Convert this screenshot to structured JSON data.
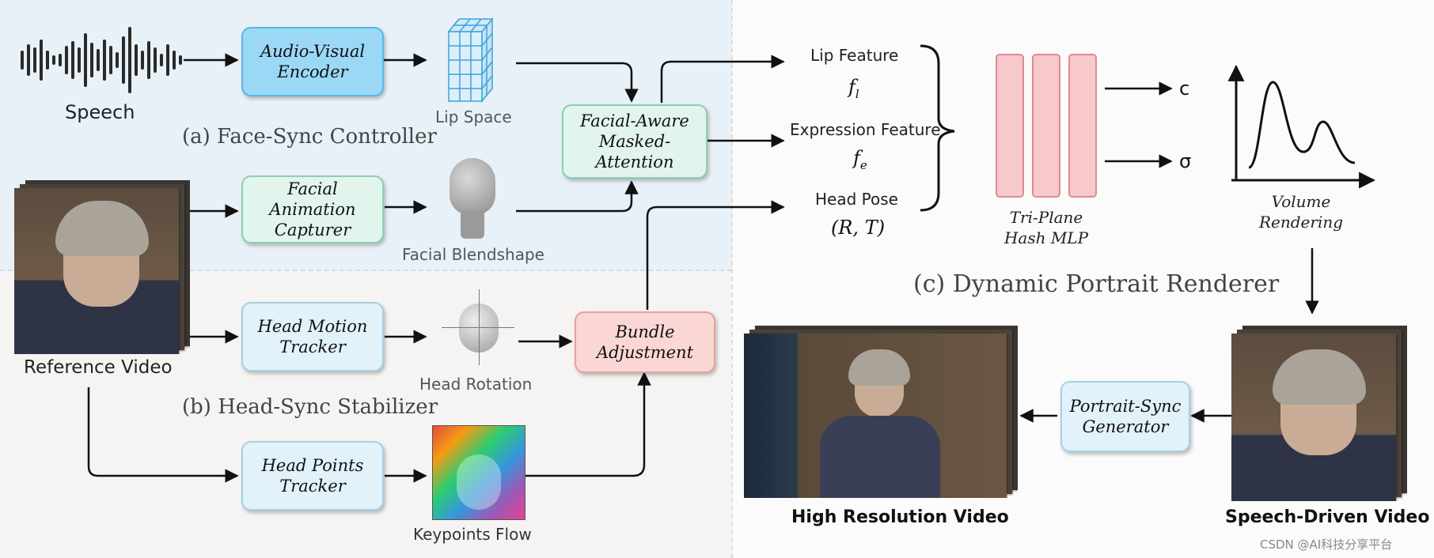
{
  "sections": {
    "face_sync": "(a) Face-Sync Controller",
    "head_sync": "(b) Head-Sync Stabilizer",
    "renderer": "(c) Dynamic Portrait Renderer"
  },
  "inputs": {
    "speech": "Speech",
    "reference_video": "Reference Video"
  },
  "modules": {
    "audio_visual_encoder": [
      "Audio-Visual",
      "Encoder"
    ],
    "facial_animation_capturer": [
      "Facial Animation",
      "Capturer"
    ],
    "facial_aware_attention": [
      "Facial-Aware",
      "Masked-Attention"
    ],
    "head_motion_tracker": [
      "Head Motion",
      "Tracker"
    ],
    "bundle_adjustment": [
      "Bundle",
      "Adjustment"
    ],
    "head_points_tracker": [
      "Head Points",
      "Tracker"
    ],
    "portrait_sync_generator": [
      "Portrait-Sync",
      "Generator"
    ]
  },
  "intermediates": {
    "lip_space": "Lip Space",
    "facial_blendshape": "Facial Blendshape",
    "head_rotation": "Head Rotation",
    "keypoints_flow": "Keypoints Flow"
  },
  "features": {
    "lip": {
      "label": "Lip Feature",
      "symbol": "f",
      "sub": "l"
    },
    "expression": {
      "label": "Expression Feature",
      "symbol": "f",
      "sub": "e"
    },
    "head_pose": {
      "label": "Head Pose",
      "symbol": "(R, T)"
    }
  },
  "renderer": {
    "mlp": [
      "Tri-Plane",
      "Hash MLP"
    ],
    "out_color": "c",
    "out_density": "σ",
    "volume": [
      "Volume",
      "Rendering"
    ]
  },
  "outputs": {
    "speech_driven": "Speech-Driven Video",
    "high_res": "High Resolution Video"
  },
  "watermark": "CSDN @AI科技分享平台",
  "colors": {
    "audio_box": "#9ad8f5",
    "ice_box": "#e1f2fb",
    "mint_box": "#e1f5ec",
    "pink_box": "#fad6d4",
    "mlp_bar": "#f7c8cc",
    "lip_cube": "#3ea3d9"
  }
}
